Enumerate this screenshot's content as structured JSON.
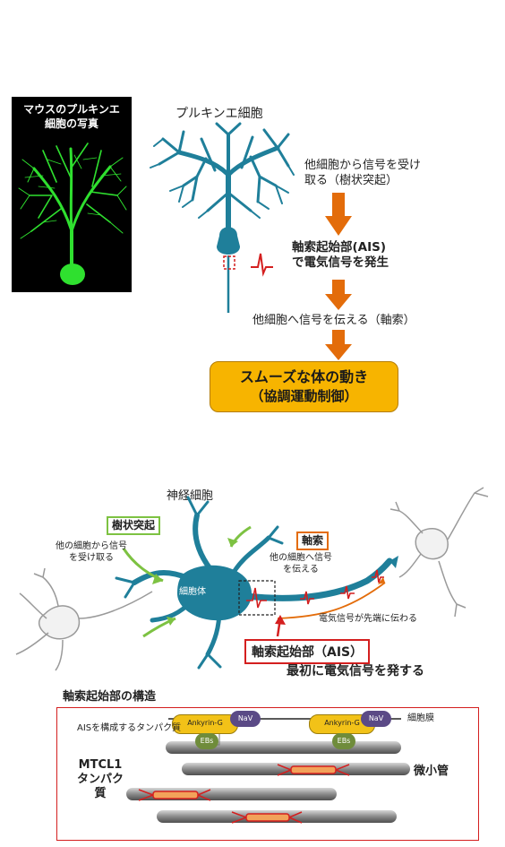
{
  "top": {
    "photo_caption_line1": "マウスのプルキンエ",
    "photo_caption_line2": "細胞の写真",
    "cell_title": "プルキンエ細胞",
    "step1_line1": "他細胞から信号を受け",
    "step1_line2": "取る（樹状突起）",
    "step2_line1": "軸索起始部(AIS)",
    "step2_line2": "で電気信号を発生",
    "step3": "他細胞へ信号を伝える（軸索）",
    "result_line1": "スムーズな体の動き",
    "result_line2": "（協調運動制御）"
  },
  "neuron": {
    "title": "神経細胞",
    "dendrite_label": "樹状突起",
    "dendrite_desc_line1": "他の細胞から信号",
    "dendrite_desc_line2": "を受け取る",
    "axon_label": "軸索",
    "axon_desc_line1": "他の細胞へ信号",
    "axon_desc_line2": "を伝える",
    "soma_label": "細胞体",
    "signal_desc": "電気信号が先端に伝わる",
    "ais_label": "軸索起始部（AIS）",
    "ais_desc": "最初に電気信号を発する"
  },
  "structure": {
    "title": "軸索起始部の構造",
    "ais_proteins": "AISを構成するタンパク質",
    "membrane": "細胞膜",
    "ankyrin": "Ankyrin-G",
    "nav": "NaV",
    "ebs": "EBs",
    "microtubule": "微小管",
    "mtcl1_line1": "MTCL1",
    "mtcl1_line2": "タンパク",
    "mtcl1_line3": "質"
  },
  "colors": {
    "neuron": "#1f7f9a",
    "arrow": "#e36c0a",
    "result_box": "#f7b400",
    "green_arrow": "#7dc242",
    "red": "#d41f1f",
    "photo_green": "#2fe02f"
  }
}
